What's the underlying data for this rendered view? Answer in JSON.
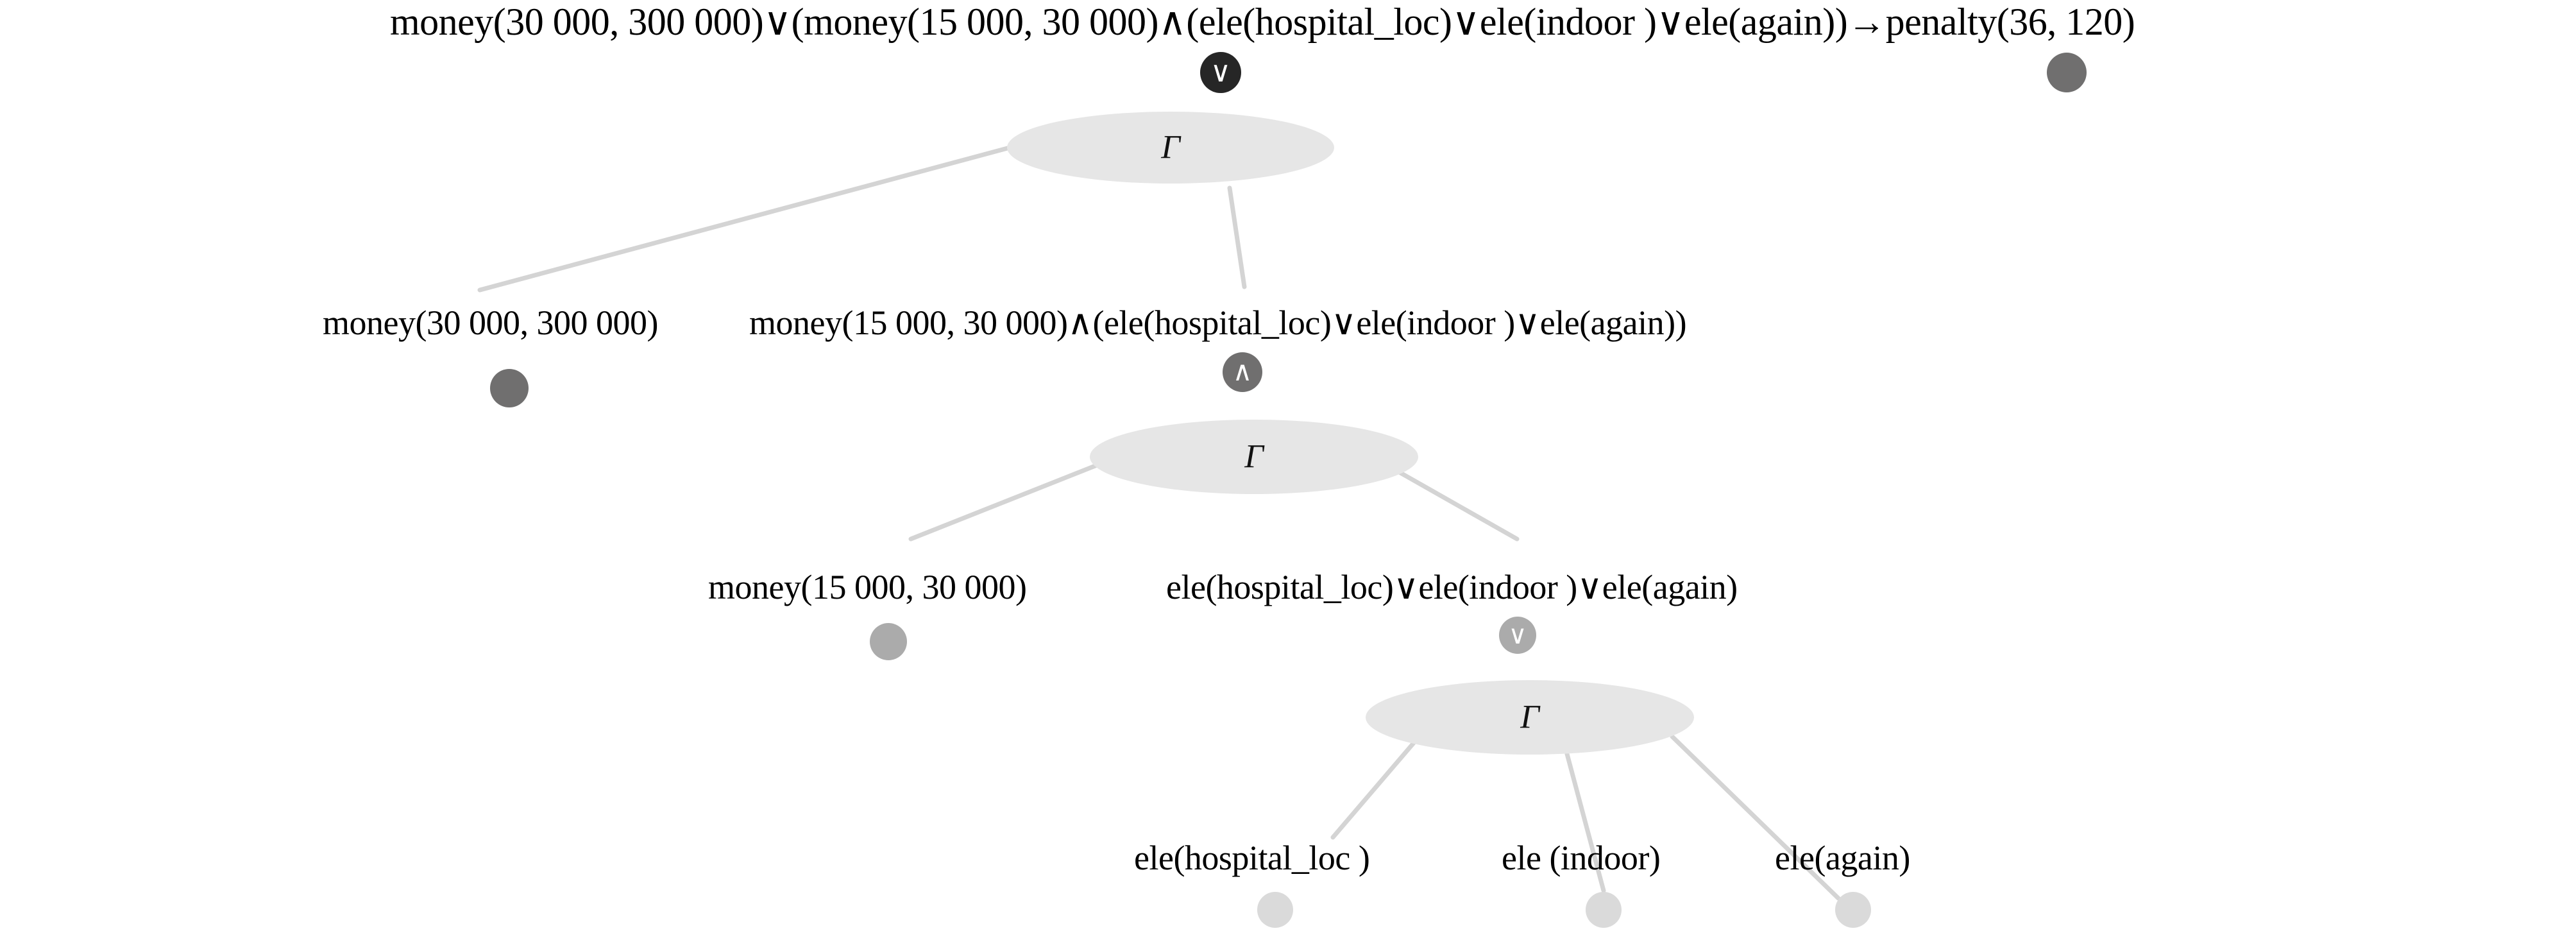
{
  "diagram": {
    "title_formula": "money(30 000, 300 000)∨(money(15 000, 30 000)∧(ele(hospital_loc)∨ele(indoor )∨ele(again))→penalty(36, 120)",
    "gamma_symbol": "Γ",
    "or_symbol": "∨",
    "and_symbol": "∧",
    "colors": {
      "background": "#ffffff",
      "edge": "#d4d4d4",
      "gamma_fill": "#e6e6e6",
      "node_root": "#262626",
      "node_level2": "#706f6f",
      "node_level3": "#ababab",
      "dot_dark": "#706f6f",
      "dot_mid": "#ababab",
      "dot_light": "#dadada",
      "text": "#000000"
    },
    "labels": {
      "root_formula": "money(30 000, 300 000)∨(money(15 000, 30 000)∧(ele(hospital_loc)∨ele(indoor )∨ele(again))→penalty(36, 120)",
      "l2_left": "money(30 000, 300 000)",
      "l2_right": "money(15 000, 30 000)∧(ele(hospital_loc)∨ele(indoor )∨ele(again))",
      "l3_left": "money(15 000, 30 000)",
      "l3_right": "ele(hospital_loc)∨ele(indoor )∨ele(again)",
      "l4_a": "ele(hospital_loc )",
      "l4_b": "ele (indoor)",
      "l4_c": "ele(again)"
    },
    "operators": {
      "root": "∨",
      "level2": "∧",
      "level3": "∨"
    }
  }
}
